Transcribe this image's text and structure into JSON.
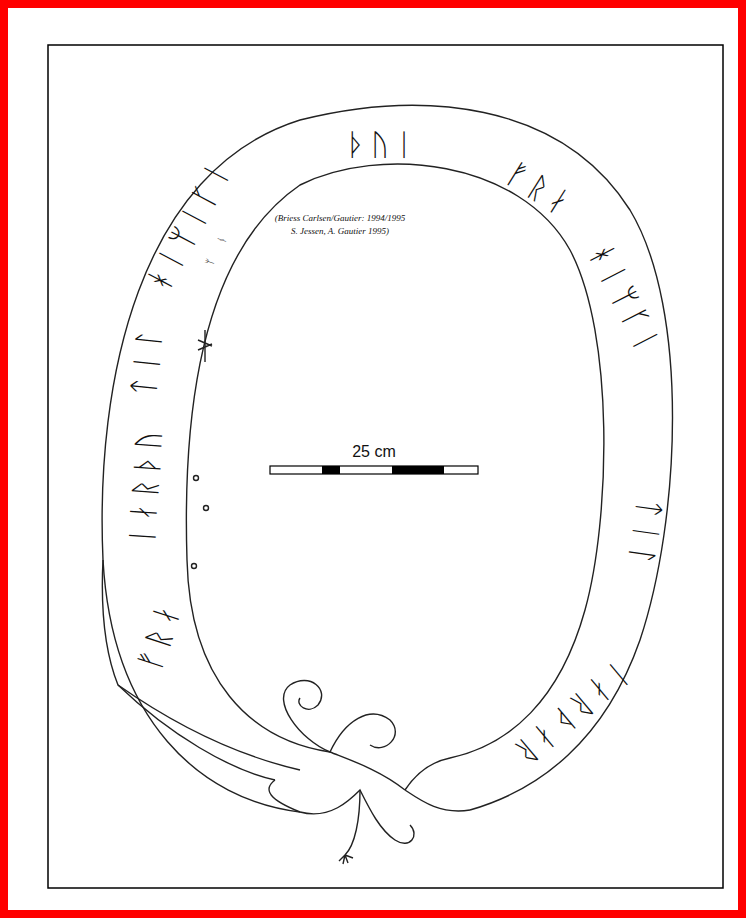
{
  "diagram": {
    "labels": [
      "ᚦᚢᛁ",
      "ᚠᚱᛅ",
      "ᚼᛁᛘᚴᛁ",
      "ᛏᛁᛚ",
      "ᛁᛅᚱᚦᛅᚱ",
      "ᚠᚱᛅ",
      "ᛁᛅᚱᚦᚢ",
      "ᛏᛁᛚ",
      "ᚼᛁᛘᛁᚴᛁ",
      "25 cm",
      "(Briess Carlsen/Gautier: 1994/1995",
      "S. Jessen, A. Gautier 1995)",
      "ᛘ",
      "ᚾ"
    ]
  }
}
